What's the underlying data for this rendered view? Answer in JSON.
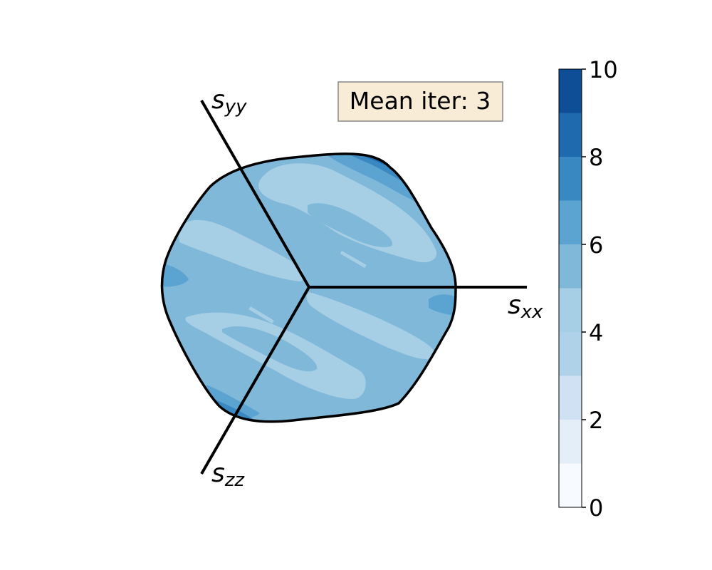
{
  "chart_data": {
    "type": "contourf",
    "title": "",
    "annotation": "Mean iter: 3",
    "axes": [
      {
        "name": "s",
        "sub": "xx"
      },
      {
        "name": "s",
        "sub": "yy"
      },
      {
        "name": "s",
        "sub": "zz"
      }
    ],
    "colorbar": {
      "range": [
        0,
        10
      ],
      "levels": [
        0,
        1,
        2,
        3,
        4,
        5,
        6,
        7,
        8,
        9,
        10
      ],
      "tick_labels": [
        "0",
        "2",
        "4",
        "6",
        "8",
        "10"
      ],
      "colors": [
        "#f7fbff",
        "#e3eef9",
        "#cfe1f2",
        "#b0d2e8",
        "#a6cee4",
        "#80b8da",
        "#5ba3d0",
        "#3a88c1",
        "#1f6aaf",
        "#0d4e97",
        "#08306b"
      ]
    },
    "regions": [
      {
        "level": 4,
        "value_range": [
          4,
          5
        ]
      },
      {
        "level": 3,
        "value_range": [
          3,
          4
        ]
      },
      {
        "level": 5,
        "value_range": [
          5,
          6
        ]
      },
      {
        "level": 6,
        "value_range": [
          6,
          7
        ]
      },
      {
        "level": 7,
        "value_range": [
          7,
          8
        ]
      }
    ],
    "grid": false
  }
}
